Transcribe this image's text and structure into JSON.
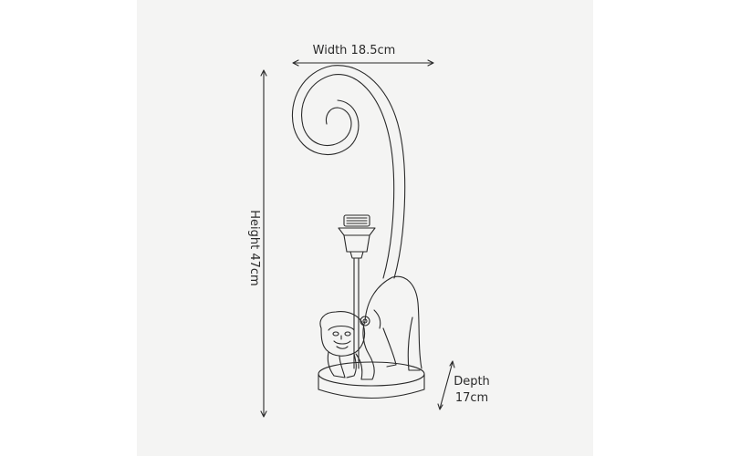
{
  "dimensions": {
    "width_label": "Width 18.5cm",
    "height_label": "Height 47cm",
    "depth_label_line1": "Depth",
    "depth_label_line2": "17cm"
  },
  "colors": {
    "background": "#ffffff",
    "panel": "#f4f4f3",
    "line": "#2a2a2a"
  }
}
